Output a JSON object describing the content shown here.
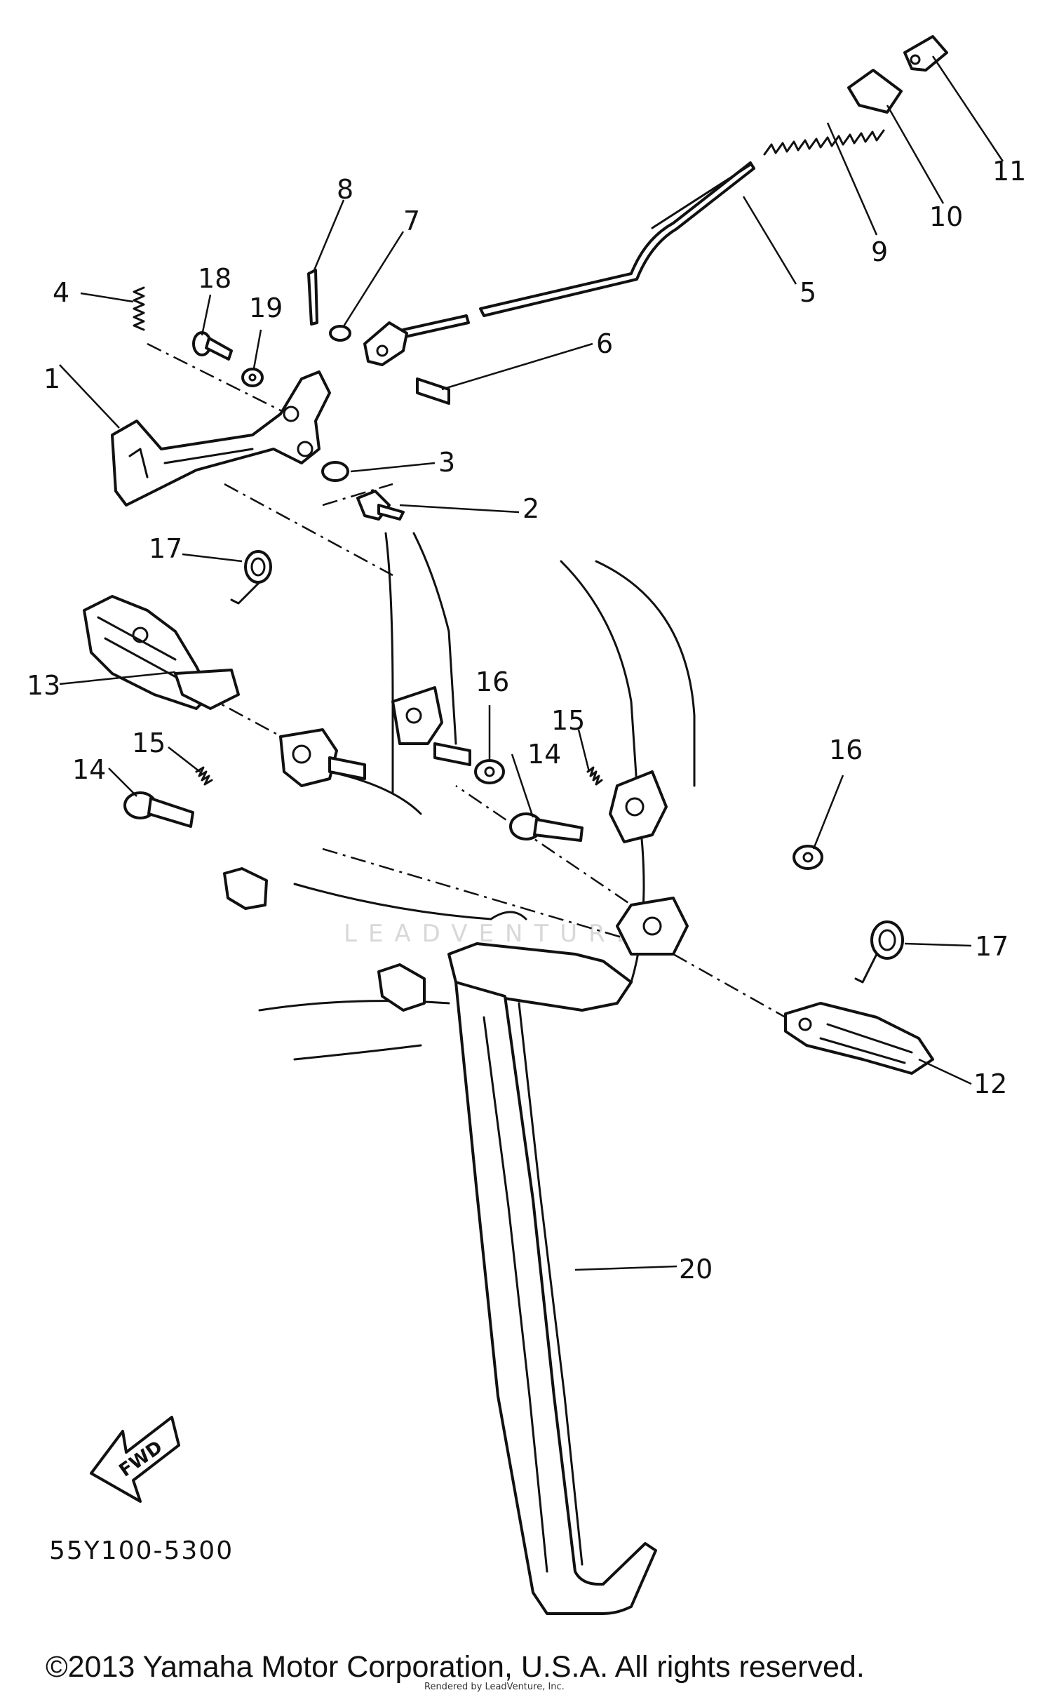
{
  "callouts": [
    "1",
    "2",
    "3",
    "4",
    "5",
    "6",
    "7",
    "8",
    "9",
    "10",
    "11",
    "12",
    "13",
    "14",
    "15",
    "16",
    "17",
    "18",
    "19",
    "20"
  ],
  "labels": {
    "l1": "1",
    "l2": "2",
    "l3": "3",
    "l4": "4",
    "l5": "5",
    "l6": "6",
    "l7": "7",
    "l8": "8",
    "l9": "9",
    "l10": "10",
    "l11": "11",
    "l12": "12",
    "l13": "13",
    "l14a": "14",
    "l14b": "14",
    "l15a": "15",
    "l15b": "15",
    "l16a": "16",
    "l16b": "16",
    "l17a": "17",
    "l17b": "17",
    "l18": "18",
    "l19": "19",
    "l20": "20"
  },
  "fwd_arrow": "FWD",
  "diagram_code": "55Y100-5300",
  "copyright": "©2013 Yamaha Motor Corporation, U.S.A. All rights reserved.",
  "credit": "Rendered by LeadVenture, Inc.",
  "watermark": "LEADVENTURE"
}
